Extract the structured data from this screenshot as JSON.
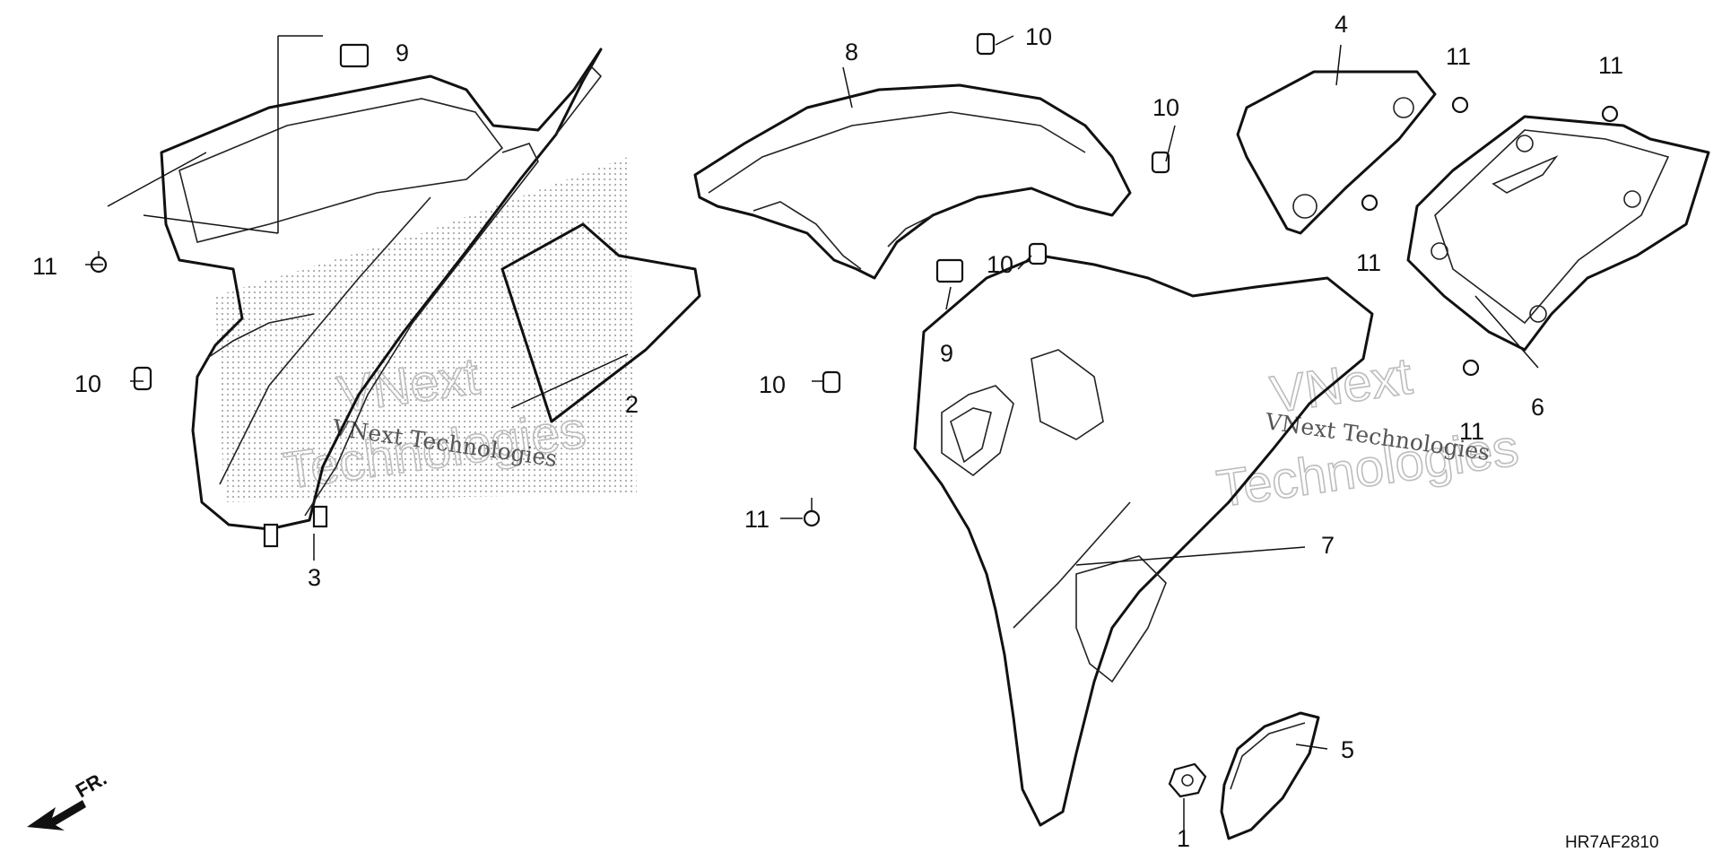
{
  "diagram": {
    "code": "HR7AF2810",
    "front_arrow_label": "FR.",
    "watermark_line1": "VNext",
    "watermark_line2": "Technologies",
    "watermark_small": "VNext Technologies",
    "callouts": {
      "c1": "1",
      "c2": "2",
      "c3": "3",
      "c4": "4",
      "c5": "5",
      "c6": "6",
      "c7": "7",
      "c8": "8",
      "c9a": "9",
      "c9b": "9",
      "c10a": "10",
      "c10b": "10",
      "c10c": "10",
      "c10d": "10",
      "c10e": "10",
      "c11a": "11",
      "c11b": "11",
      "c11c": "11",
      "c11d": "11",
      "c11e": "11",
      "c11f": "11"
    }
  }
}
